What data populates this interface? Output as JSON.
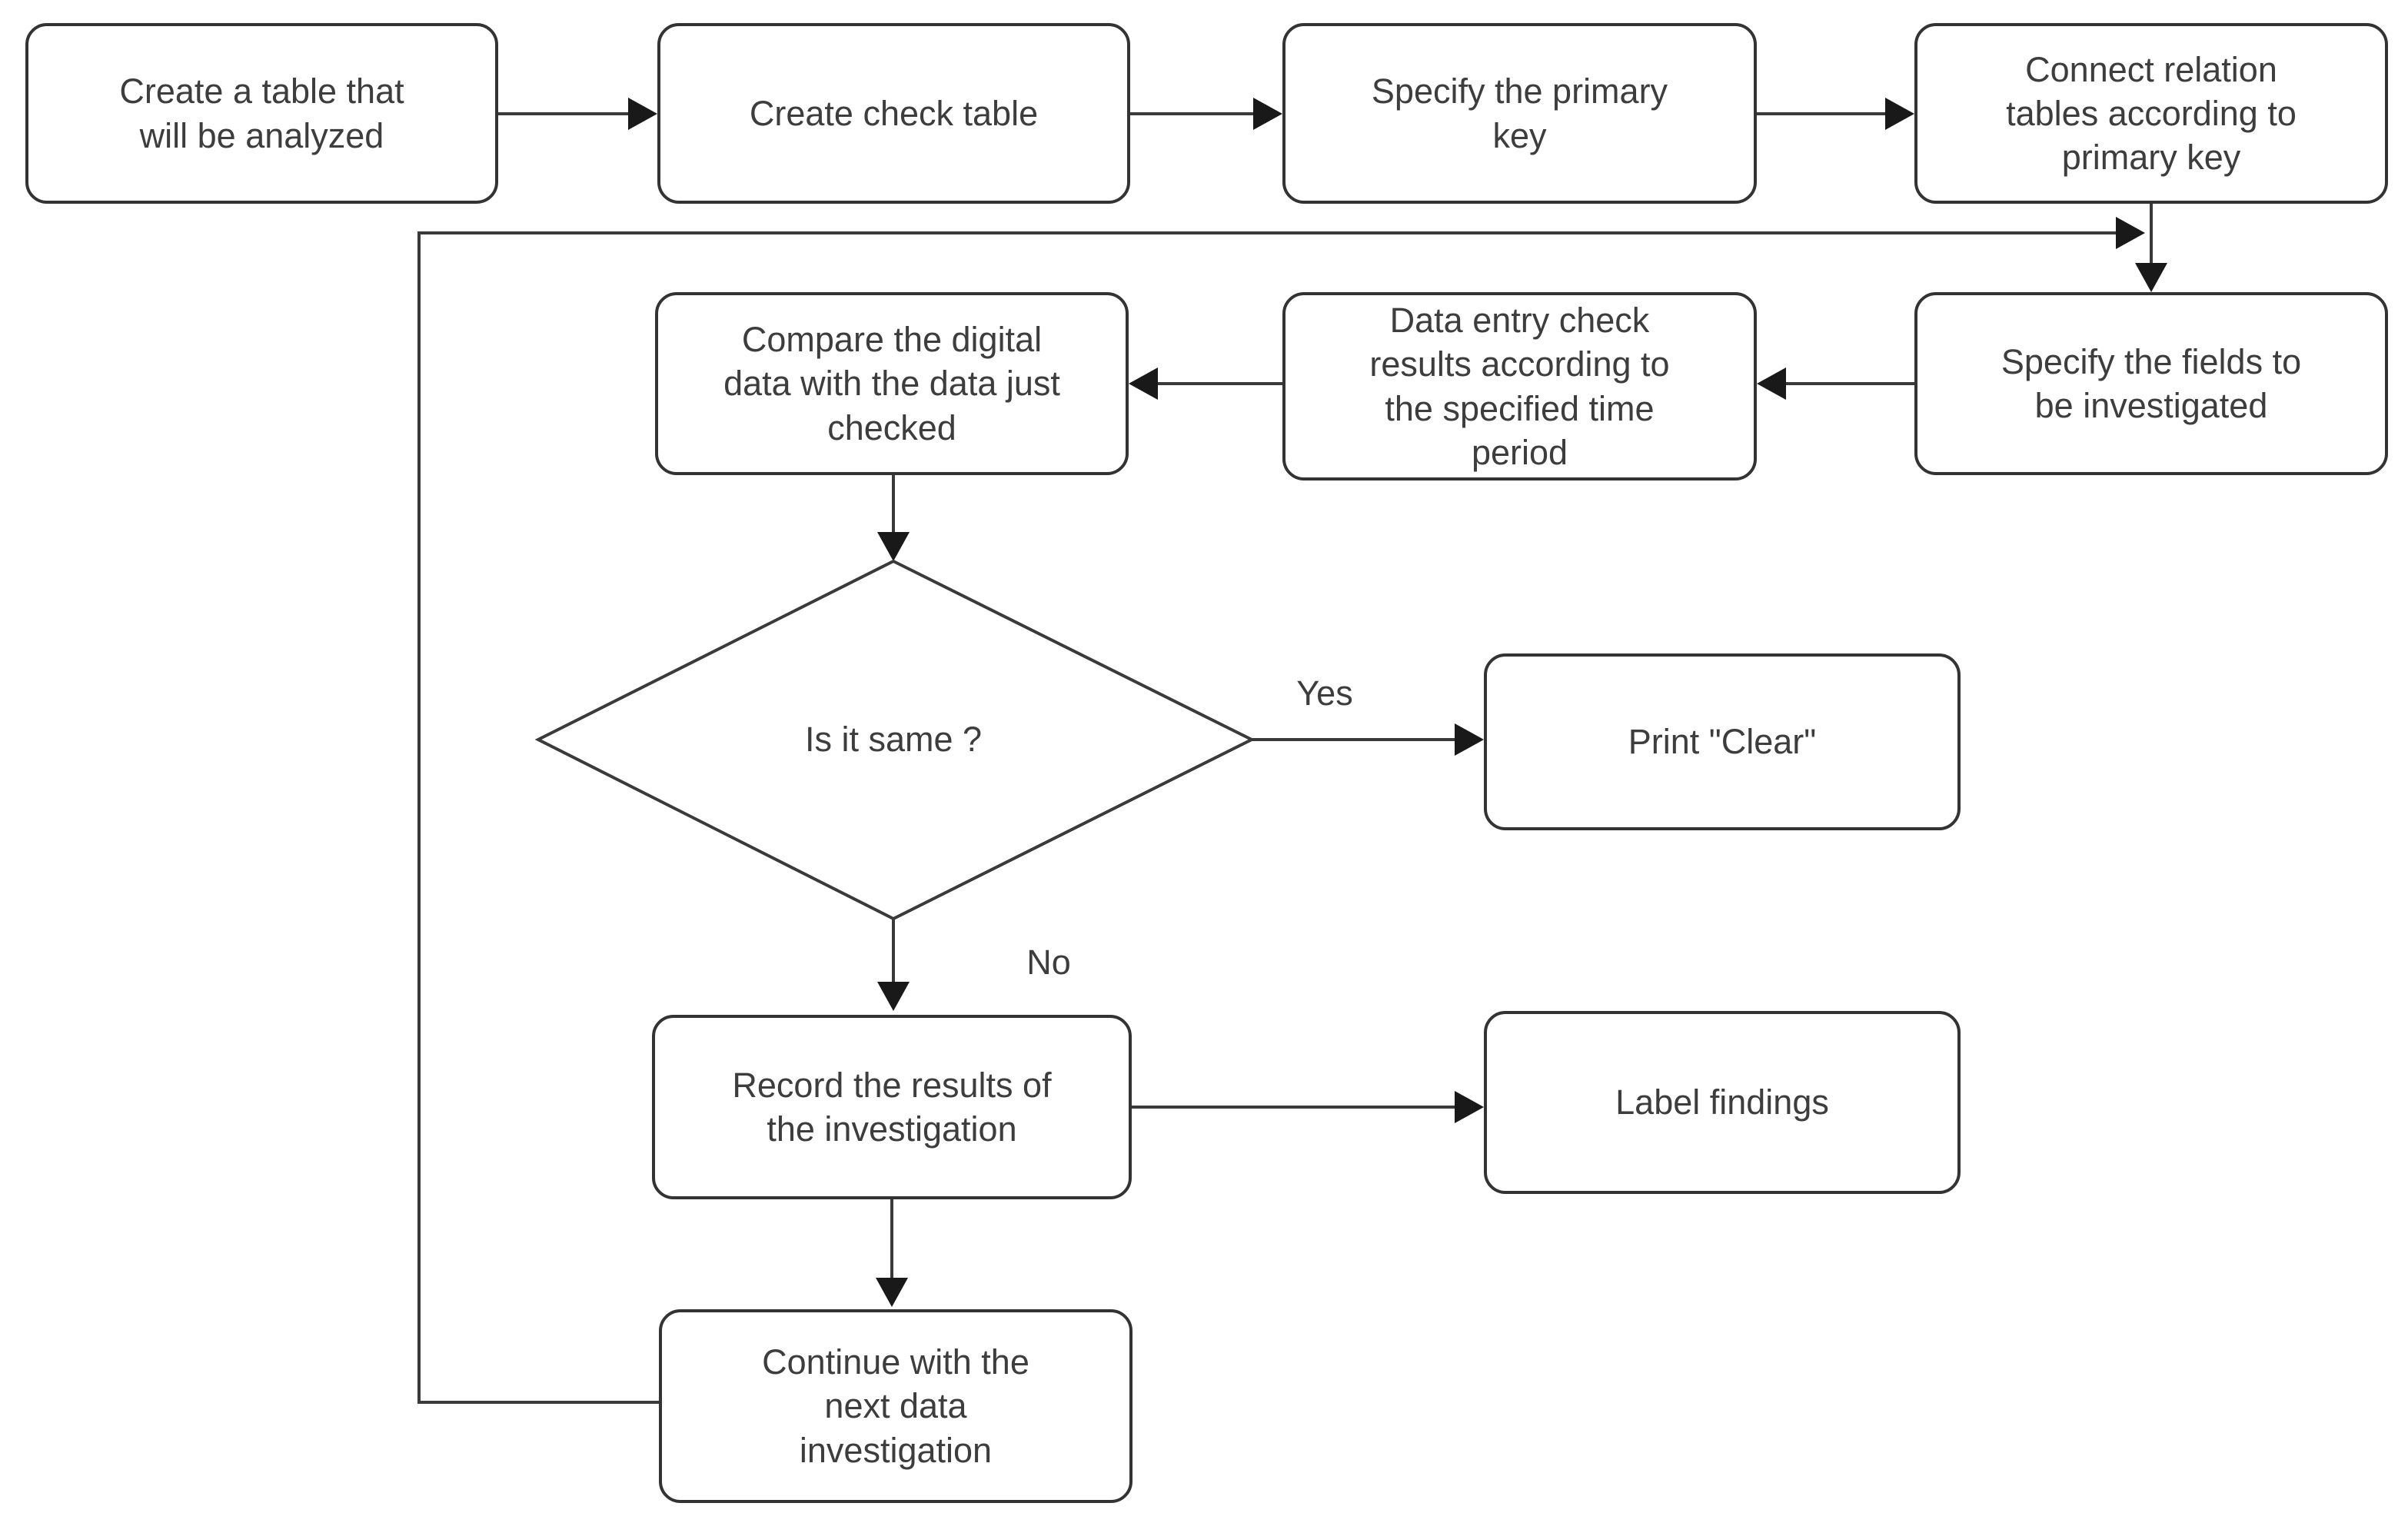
{
  "colors": {
    "line": "#3a3a3a",
    "arrowhead": "#191919",
    "box_border": "#333333",
    "box_fill": "#ffffff",
    "text": "#3d3d3d"
  },
  "nodes": {
    "create_table": {
      "label": "Create a table that\nwill be analyzed"
    },
    "create_check_table": {
      "label": "Create check table"
    },
    "specify_primary_key": {
      "label": "Specify the primary\nkey"
    },
    "connect_relation_tables": {
      "label": "Connect relation\ntables according to\nprimary key"
    },
    "specify_fields": {
      "label": "Specify the fields to\nbe investigated"
    },
    "data_entry_check": {
      "label": "Data entry check\nresults according to\nthe specified time\nperiod"
    },
    "compare_digital_data": {
      "label": "Compare the digital\ndata with the data just\nchecked"
    },
    "decision_is_it_same": {
      "label": "Is it same ?"
    },
    "print_clear": {
      "label": "Print \"Clear\""
    },
    "record_results": {
      "label": "Record the results of\nthe investigation"
    },
    "label_findings": {
      "label": "Label findings"
    },
    "continue_next": {
      "label": "Continue with the\nnext data\ninvestigation"
    }
  },
  "edge_labels": {
    "yes": "Yes",
    "no": "No"
  }
}
